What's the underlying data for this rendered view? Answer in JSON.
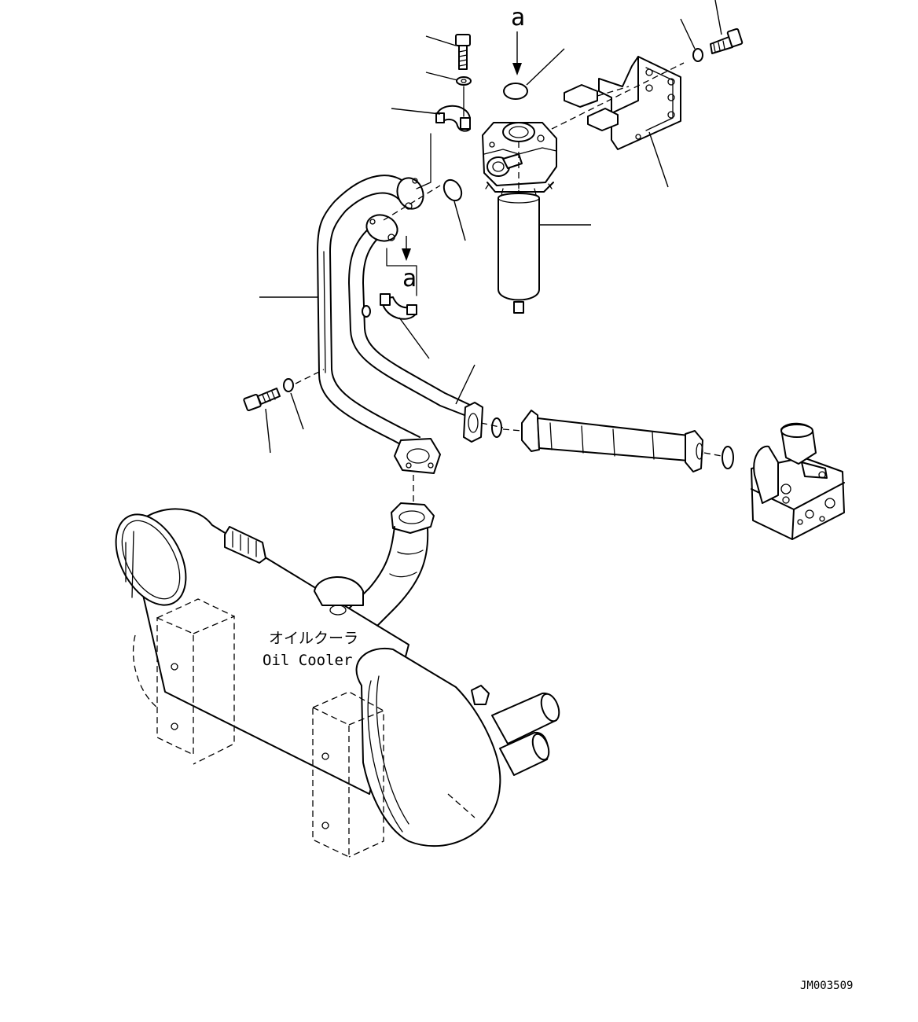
{
  "labels": {
    "marker_a": "a",
    "cooler_jp": "オイルクーラ",
    "cooler_en": "Oil Cooler",
    "drawing_id": "JM003509"
  },
  "parts": [
    {
      "name": "bolt-top"
    },
    {
      "name": "washer-top"
    },
    {
      "name": "clamp-upper"
    },
    {
      "name": "o-ring-top"
    },
    {
      "name": "filter-head"
    },
    {
      "name": "filter-element"
    },
    {
      "name": "bracket"
    },
    {
      "name": "bolt-right"
    },
    {
      "name": "washer-right"
    },
    {
      "name": "o-ring-mid"
    },
    {
      "name": "pipe-outer"
    },
    {
      "name": "pipe-inner"
    },
    {
      "name": "clamp-lower"
    },
    {
      "name": "bolt-left"
    },
    {
      "name": "washer-left"
    },
    {
      "name": "hose"
    },
    {
      "name": "o-ring-hose-left"
    },
    {
      "name": "o-ring-hose-right"
    },
    {
      "name": "valve-block"
    },
    {
      "name": "oil-cooler"
    }
  ]
}
